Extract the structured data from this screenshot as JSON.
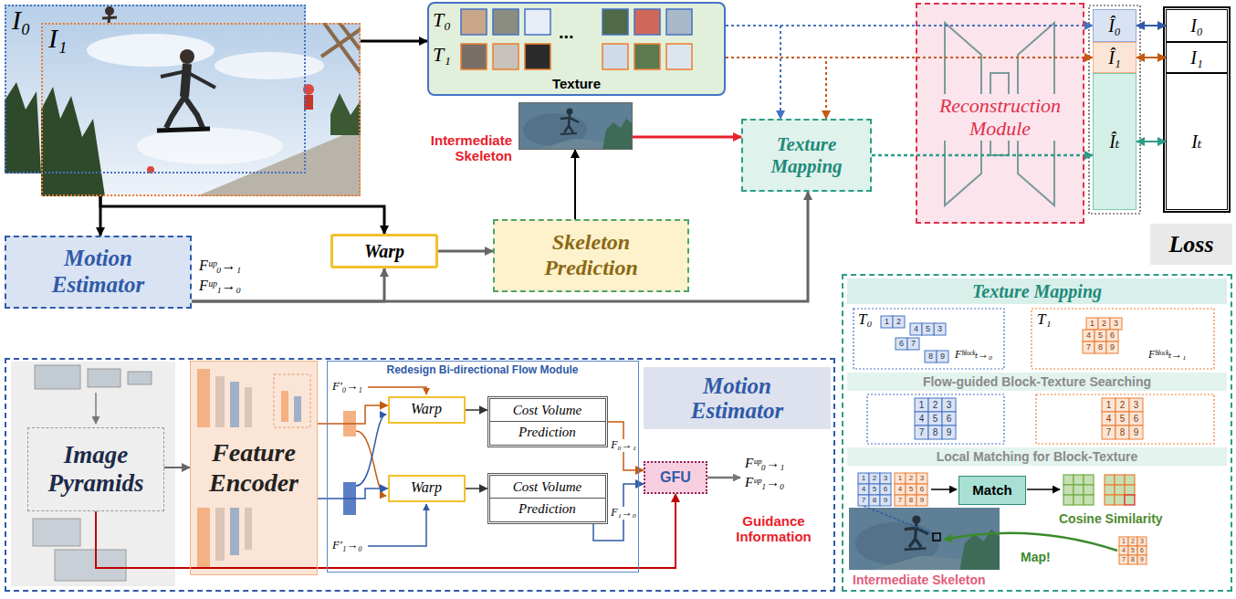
{
  "diagram": {
    "nodes": [
      {
        "text": [
          "I₀"
        ]
      },
      {
        "text": [
          "I₁"
        ]
      },
      {
        "text": [
          "Texture"
        ]
      },
      {
        "text": [
          "Reconstruction Module"
        ]
      },
      {
        "text": [
          "Î₀"
        ]
      },
      {
        "text": [
          "Î₁"
        ]
      },
      {
        "text": [
          "Îₜ"
        ]
      },
      {
        "text": [
          "I₀"
        ]
      },
      {
        "text": [
          "I₁"
        ]
      },
      {
        "text": [
          "Iₜ"
        ]
      },
      {
        "text": [
          "Intermediate Skeleton"
        ]
      },
      {
        "text": [
          "Texture Mapping"
        ]
      },
      {
        "text": [
          "Loss"
        ]
      },
      {
        "text": [
          "Motion Estimator"
        ]
      },
      {
        "text": [
          "Warp"
        ]
      },
      {
        "text": [
          "Skeleton Prediction"
        ]
      },
      {
        "text": [
          "Motion Estimator"
        ]
      },
      {
        "text": [
          "Image Pyramids"
        ],
        "in": 16
      },
      {
        "text": [
          "Feature Encoder"
        ],
        "in": 16
      },
      {
        "text": [
          "Redesign Bi-directional Flow Module"
        ],
        "in": 16
      },
      {
        "text": [
          "Warp"
        ],
        "in": 19
      },
      {
        "text": [
          "Cost Volume",
          "Prediction"
        ],
        "in": 19
      },
      {
        "text": [
          "Warp"
        ],
        "in": 19
      },
      {
        "text": [
          "Cost Volume",
          "Prediction"
        ],
        "in": 19
      },
      {
        "text": [
          "GFU"
        ],
        "in": 16
      },
      {
        "text": [
          "Texture Mapping"
        ]
      },
      {
        "text": [
          "Flow-guided Block-Texture Searching"
        ],
        "in": 25
      },
      {
        "text": [
          "Local Matching for Block-Texture"
        ],
        "in": 25
      },
      {
        "text": [
          "Match"
        ],
        "in": 25
      }
    ],
    "edges": [
      {
        "from": 1,
        "to": 2,
        "arrow": "to"
      },
      {
        "from": 1,
        "to": 13,
        "arrow": "to"
      },
      {
        "from": 1,
        "to": 14,
        "arrow": "to"
      },
      {
        "from": 13,
        "to": 14,
        "arrow": "to"
      },
      {
        "from": 13,
        "to": 11,
        "arrow": "to"
      },
      {
        "from": 14,
        "to": 15,
        "arrow": "to"
      },
      {
        "from": 15,
        "to": 10,
        "arrow": "to"
      },
      {
        "from": 10,
        "to": 11,
        "arrow": "to"
      },
      {
        "from": 2,
        "to": 11,
        "arrow": "to"
      },
      {
        "from": 2,
        "to": 11,
        "arrow": "to"
      },
      {
        "from": 2,
        "to": 4,
        "arrow": "to"
      },
      {
        "from": 2,
        "to": 5,
        "arrow": "to"
      },
      {
        "from": 11,
        "to": 6,
        "arrow": "to"
      },
      {
        "from": 4,
        "to": 7,
        "arrow": "both"
      },
      {
        "from": 5,
        "to": 8,
        "arrow": "both"
      },
      {
        "from": 6,
        "to": 9,
        "arrow": "both"
      },
      {
        "from": 17,
        "to": 18,
        "arrow": "to"
      },
      {
        "from": 18,
        "to": 20,
        "arrow": "to"
      },
      {
        "from": 18,
        "to": 22,
        "arrow": "to"
      },
      {
        "from": 20,
        "to": 21,
        "arrow": "to"
      },
      {
        "from": 22,
        "to": 23,
        "arrow": "to"
      },
      {
        "from": 21,
        "to": 24,
        "arrow": "to",
        "label": "F₀→₁"
      },
      {
        "from": 23,
        "to": 24,
        "arrow": "to",
        "label": "F₁→₀"
      },
      {
        "from": 17,
        "to": 24,
        "arrow": "to"
      }
    ],
    "labels": [
      "T₀",
      "T₁",
      "...",
      "Fᵘᵖ₀→₁",
      "Fᵘᵖ₁→₀",
      "F′₀→₁",
      "F′₁→₀",
      "Fᵘᵖ₀→₁",
      "Fᵘᵖ₁→₀",
      "Guidance Information",
      "T₀",
      "T₁",
      "Fᵇˡᵒᶜᵏₜ→₀",
      "Fᵇˡᵒᶜᵏₜ→₁",
      "Cosine Similarity",
      "Intermediate Skeleton",
      "Map!",
      "1",
      "2",
      "3",
      "4",
      "5",
      "6",
      "7",
      "8",
      "9",
      "1",
      "2",
      "3",
      "4",
      "5",
      "6",
      "7",
      "8",
      "9",
      "1",
      "2",
      "3",
      "4",
      "5",
      "6",
      "7",
      "8",
      "9",
      "1",
      "2",
      "3",
      "4",
      "5",
      "6",
      "7",
      "8",
      "9",
      "1",
      "2",
      "3",
      "4",
      "5",
      "6",
      "7",
      "8",
      "9",
      "1",
      "2",
      "3",
      "4",
      "5",
      "6",
      "7",
      "8",
      "9",
      "1",
      "2",
      "3",
      "4",
      "5",
      "6",
      "7",
      "8",
      "9"
    ]
  }
}
